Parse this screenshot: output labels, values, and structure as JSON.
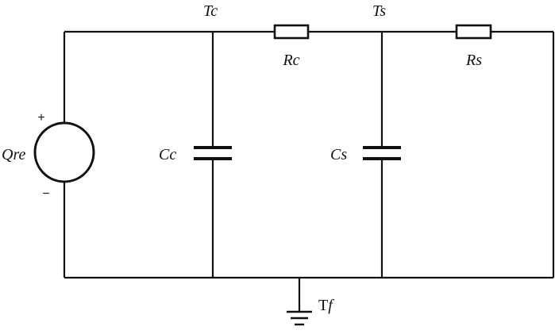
{
  "nodes": {
    "tc": "Tc",
    "ts": "Ts",
    "tf_main": "T",
    "tf_sub": "f"
  },
  "components": {
    "resistor_core": "Rc",
    "resistor_surface": "Rs",
    "capacitor_core": "Cc",
    "capacitor_surface": "Cs",
    "heat_source": "Qre"
  },
  "source_polarity": {
    "positive": "+",
    "negative": "−"
  }
}
